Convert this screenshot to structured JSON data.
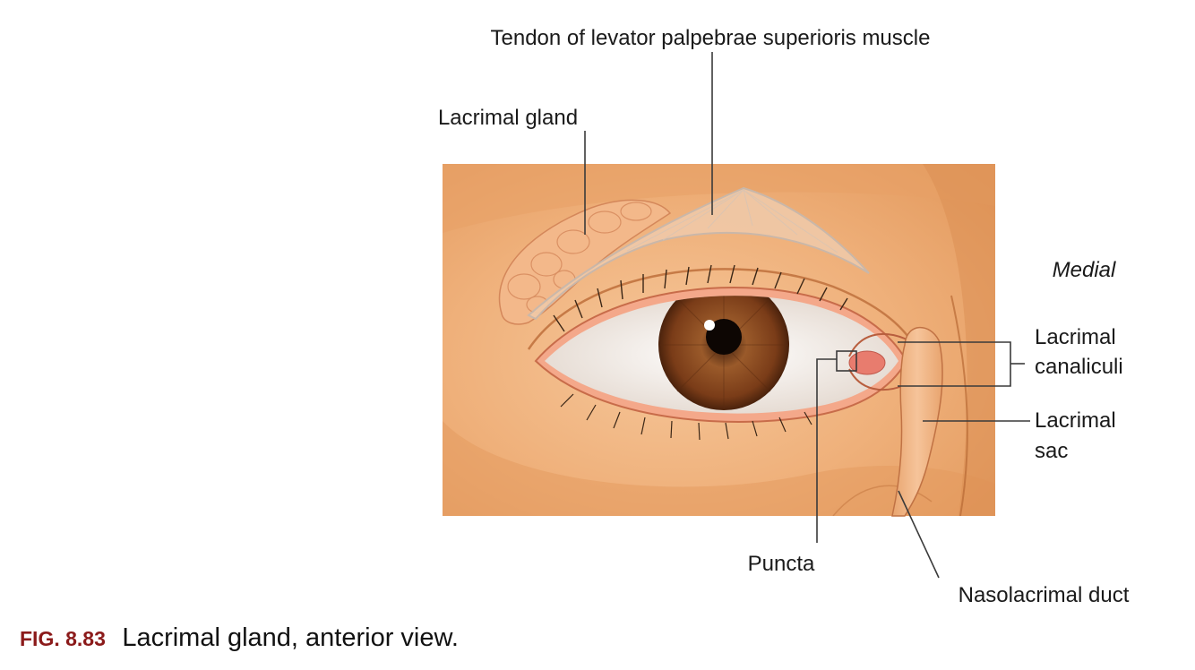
{
  "labels": {
    "tendon": "Tendon of levator palpebrae superioris muscle",
    "gland": "Lacrimal gland",
    "medial": "Medial",
    "canaliculi_line1": "Lacrimal",
    "canaliculi_line2": "canaliculi",
    "sac_line1": "Lacrimal",
    "sac_line2": "sac",
    "puncta": "Puncta",
    "duct": "Nasolacrimal duct"
  },
  "caption": {
    "number": "FIG. 8.83",
    "text": "Lacrimal gland, anterior view."
  },
  "colors": {
    "skin": "#f0b47c",
    "skin_shadow": "#d98c4f",
    "gland": "#f3b88a",
    "iris": "#8a4a22",
    "sclera": "#f4f1ee",
    "caption_accent": "#8b1a1a"
  }
}
